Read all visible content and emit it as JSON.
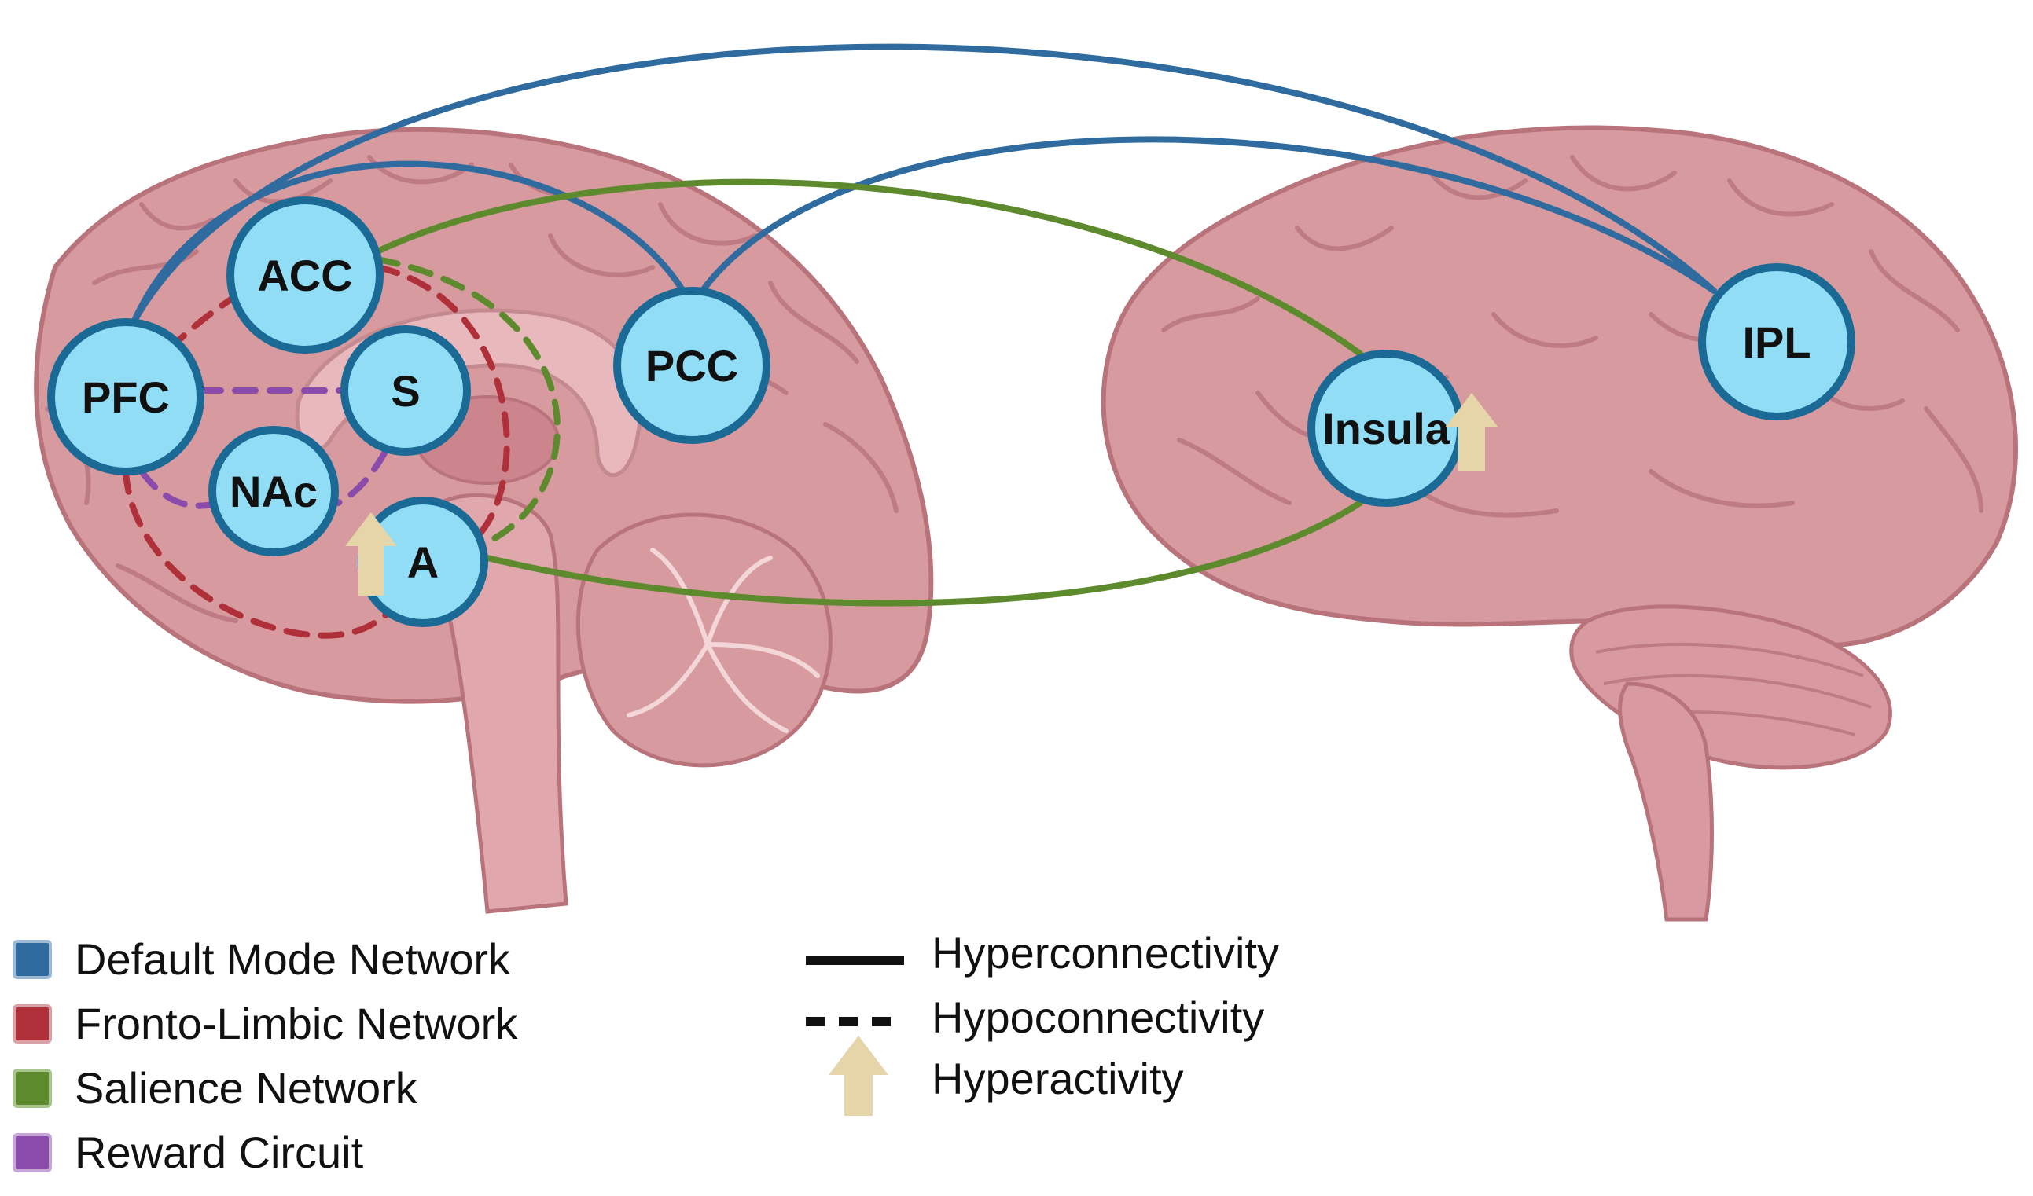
{
  "colors": {
    "default_mode": "#2F6B9E",
    "fronto_limbic": "#B0303A",
    "salience": "#5E8A2E",
    "reward": "#8A4BAA",
    "node_fill": "#90DDF5",
    "node_stroke": "#1B6A96",
    "arrow": "#E6D5A8",
    "brain_fill": "#D79A9F",
    "brain_stroke": "#B8737B"
  },
  "nodes": {
    "pfc": "PFC",
    "acc": "ACC",
    "s": "S",
    "nac": "NAc",
    "a": "A",
    "pcc": "PCC",
    "insula": "Insula",
    "ipl": "IPL"
  },
  "legend": {
    "networks": [
      {
        "label": "Default Mode Network",
        "color": "#2F6B9E"
      },
      {
        "label": "Fronto-Limbic Network",
        "color": "#B0303A"
      },
      {
        "label": "Salience Network",
        "color": "#5E8A2E"
      },
      {
        "label": "Reward Circuit",
        "color": "#8A4BAA"
      }
    ],
    "line_types": {
      "hyper": "Hyperconnectivity",
      "hypo": "Hypoconnectivity",
      "activity": "Hyperactivity"
    }
  }
}
